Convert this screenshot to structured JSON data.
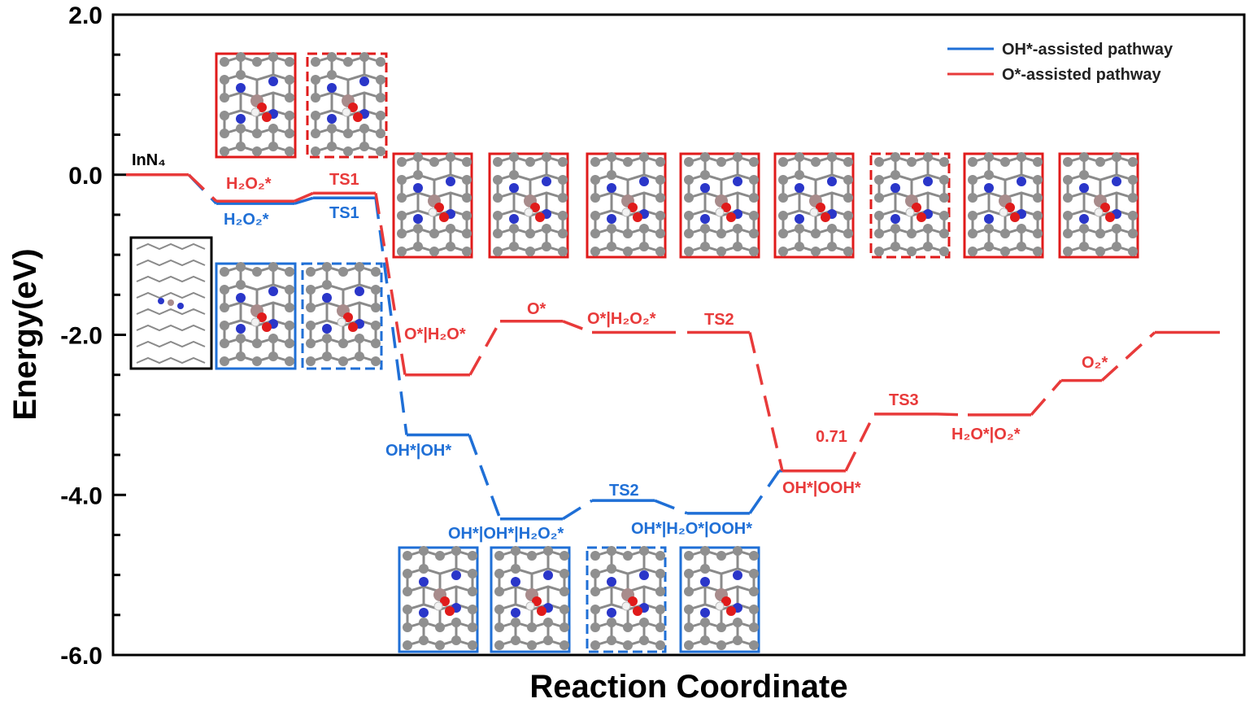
{
  "chart_data": {
    "type": "line",
    "title": "",
    "xlabel": "Reaction Coordinate",
    "ylabel": "Energy(eV)",
    "ylim": [
      -6.0,
      2.0
    ],
    "yticks": [
      "2.0",
      "0.0",
      "-2.0",
      "-4.0",
      "-6.0"
    ],
    "grid": false,
    "legend_position": "top-right",
    "series": [
      {
        "name": "OH*-assisted pathway",
        "color": "#1f6fd6",
        "points": [
          {
            "state": "InN4",
            "energy": 0.0,
            "label": "InN₄"
          },
          {
            "state": "H2O2*",
            "energy": -0.36,
            "label": "H₂O₂*"
          },
          {
            "state": "TS1",
            "energy": -0.29,
            "label": "TS1"
          },
          {
            "state": "OH*|OH*",
            "energy": -3.25,
            "label": "OH*|OH*"
          },
          {
            "state": "OH*|OH*|H2O2*",
            "energy": -4.3,
            "label": "OH*|OH*|H₂O₂*"
          },
          {
            "state": "TS2",
            "energy": -4.07,
            "label": "TS2"
          },
          {
            "state": "OH*|H2O*|OOH*",
            "energy": -4.23,
            "label": "OH*|H₂O*|OOH*"
          },
          {
            "state": "OH*|OOH*",
            "energy": -3.7
          }
        ]
      },
      {
        "name": "O*-assisted pathway",
        "color": "#e83a3a",
        "points": [
          {
            "state": "InN4",
            "energy": 0.0
          },
          {
            "state": "H2O2*",
            "energy": -0.33,
            "label": "H₂O₂*"
          },
          {
            "state": "TS1",
            "energy": -0.23,
            "label": "TS1"
          },
          {
            "state": "O*|H2O*",
            "energy": -2.5,
            "label": "O*|H₂O*"
          },
          {
            "state": "O*",
            "energy": -1.83,
            "label": "O*"
          },
          {
            "state": "O*|H2O2*",
            "energy": -1.97,
            "label": "O*|H₂O₂*"
          },
          {
            "state": "TS2",
            "energy": -1.97,
            "label": "TS2"
          },
          {
            "state": "OH*|OOH*",
            "energy": -3.7,
            "label": "OH*|OOH*"
          },
          {
            "state": "TS3",
            "energy": -2.99,
            "label": "TS3"
          },
          {
            "state": "H2O*|O2*",
            "energy": -3.0,
            "label": "H₂O*|O₂*"
          },
          {
            "state": "O2*",
            "energy": -2.57,
            "label": "O₂*"
          },
          {
            "state": "final",
            "energy": -1.97
          }
        ]
      }
    ],
    "annotations": [
      {
        "text": "0.71",
        "color": "#e83a3a"
      }
    ],
    "structure_panels": {
      "top_red": [
        "H2O2*",
        "TS1"
      ],
      "middle_red": [
        "O*|H2O*",
        "O*",
        "O*|H2O2*",
        "TS2",
        "OH*|OOH*",
        "TS3",
        "H2O*|O2*",
        "O2*"
      ],
      "left_black": [
        "InN4"
      ],
      "left_blue": [
        "H2O2*",
        "TS1"
      ],
      "bottom_blue": [
        "OH*|OH*",
        "OH*|OH*|H2O2*",
        "TS2",
        "OH*|H2O*|OOH*"
      ]
    }
  }
}
